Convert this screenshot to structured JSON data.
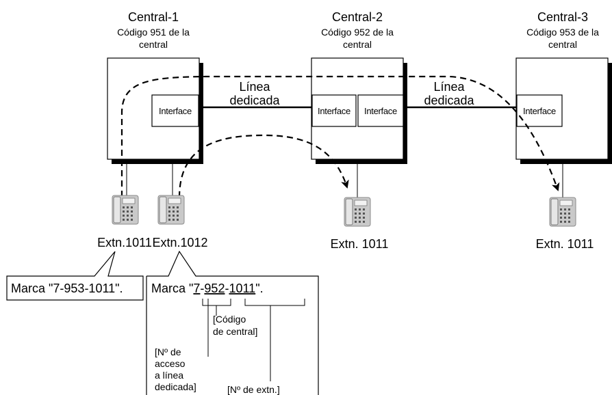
{
  "centrals": [
    {
      "title": "Central-1",
      "code_line1": "Código 951 de la",
      "code_line2": "central",
      "interfaces": [
        "Interface"
      ]
    },
    {
      "title": "Central-2",
      "code_line1": "Código 952 de la",
      "code_line2": "central",
      "interfaces": [
        "Interface",
        "Interface"
      ]
    },
    {
      "title": "Central-3",
      "code_line1": "Código 953 de la",
      "code_line2": "central",
      "interfaces": [
        "Interface"
      ]
    }
  ],
  "dedicated_lines": [
    {
      "line1": "Línea",
      "line2": "dedicada"
    },
    {
      "line1": "Línea",
      "line2": "dedicada"
    }
  ],
  "extensions": [
    "Extn.1011",
    "Extn.1012",
    "Extn. 1011",
    "Extn. 1011"
  ],
  "callouts": {
    "left": "Marca \"7-953-1011\".",
    "right_prefix": "Marca \"",
    "right_part1": "7",
    "right_dash1": "-",
    "right_part2": "952",
    "right_dash2": "-",
    "right_part3": "1011",
    "right_suffix": "\"."
  },
  "notes": {
    "code_line1": "[Código",
    "code_line2": "de central]",
    "access_line1": "[Nº de",
    "access_line2": "acceso",
    "access_line3": "a línea",
    "access_line4": "dedicada]",
    "ext": "[Nº de extn.]"
  },
  "icons": {
    "phone": "telephone-icon"
  }
}
